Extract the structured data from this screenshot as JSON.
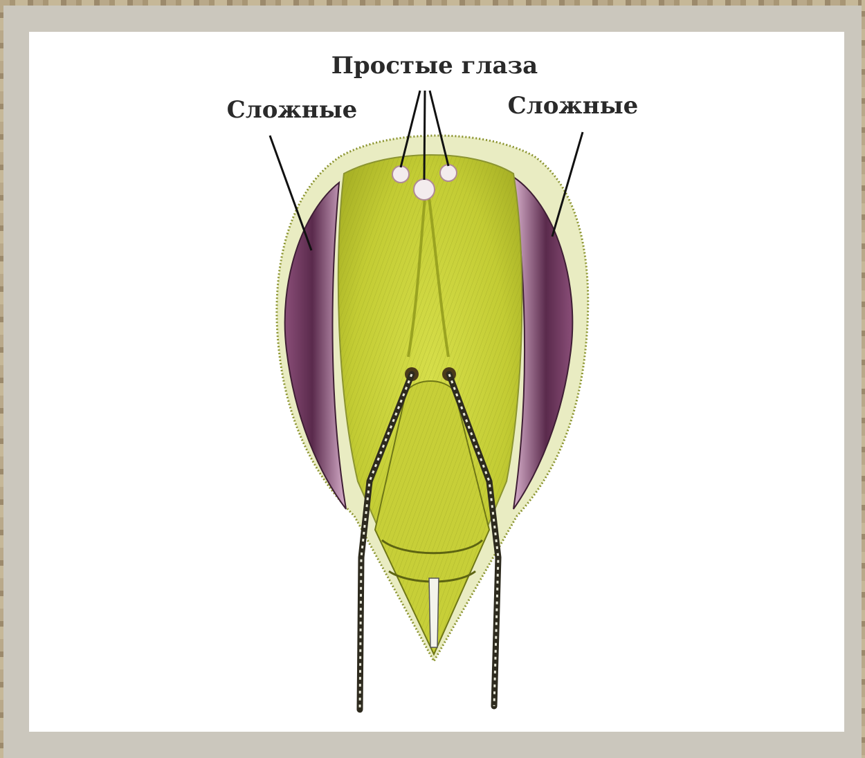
{
  "labels": {
    "simple_eyes": "Простые глаза",
    "compound_left": "Сложные",
    "compound_right": "Сложные"
  },
  "colors": {
    "frame": "#cbc7bd",
    "background": "#ffffff",
    "head_fur": "#c9d23a",
    "head_fur_dark": "#9aa321",
    "compound_eye": "#6b3a5c",
    "compound_eye_light": "#c89ab8",
    "label_text": "#2a2a2a"
  }
}
